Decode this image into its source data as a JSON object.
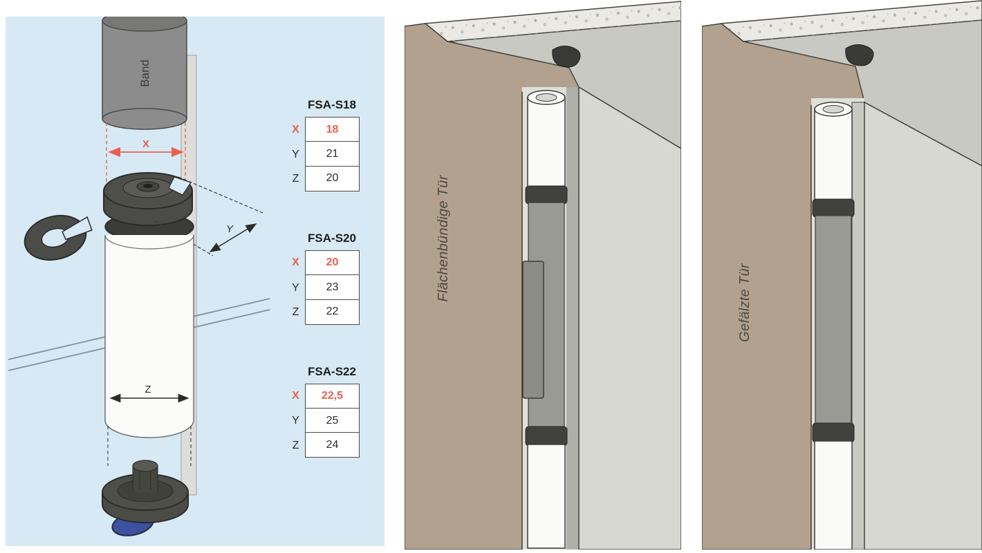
{
  "exploded_view": {
    "panel_bg": "#d7e9f5",
    "accent_red": "#e8614d",
    "band_label": "Band",
    "dim_labels": {
      "x": "X",
      "y": "Y",
      "z": "Z"
    },
    "tables": [
      {
        "title": "FSA-S18",
        "rows": [
          {
            "label": "X",
            "value": "18",
            "highlight": true
          },
          {
            "label": "Y",
            "value": "21",
            "highlight": false
          },
          {
            "label": "Z",
            "value": "20",
            "highlight": false
          }
        ]
      },
      {
        "title": "FSA-S20",
        "rows": [
          {
            "label": "X",
            "value": "20",
            "highlight": true
          },
          {
            "label": "Y",
            "value": "23",
            "highlight": false
          },
          {
            "label": "Z",
            "value": "22",
            "highlight": false
          }
        ]
      },
      {
        "title": "FSA-S22",
        "rows": [
          {
            "label": "X",
            "value": "22,5",
            "highlight": true
          },
          {
            "label": "Y",
            "value": "25",
            "highlight": false
          },
          {
            "label": "Z",
            "value": "24",
            "highlight": false
          }
        ]
      }
    ]
  },
  "sections": [
    {
      "id": "flush-door",
      "label": "Flächenbündige Tür"
    },
    {
      "id": "rebated-door",
      "label": "Gefälzte Tür"
    }
  ],
  "colors": {
    "frame_tan": "#b3a18f",
    "door_gray": "#d8d8d3",
    "soffit_gray": "#c9c9c4",
    "dark_part": "#4b4b47",
    "blue_part": "#3d51a3",
    "accent_red": "#e8614d"
  }
}
